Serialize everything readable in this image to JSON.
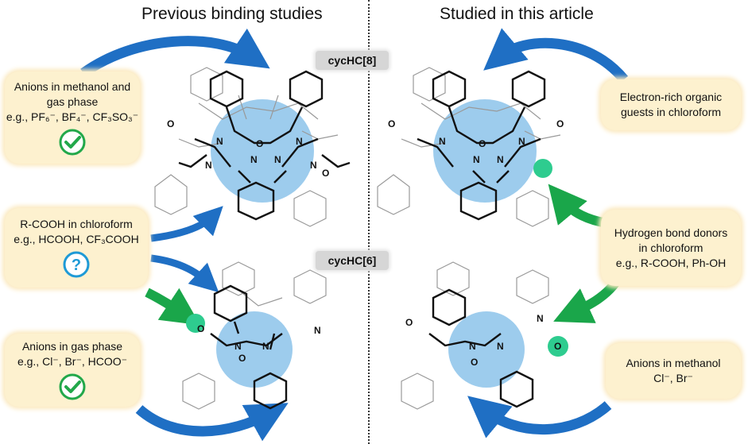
{
  "headers": {
    "left": "Previous binding studies",
    "right": "Studied in this article"
  },
  "labels": {
    "cyc8": "cycHC[8]",
    "cyc6": "cycHC[6]"
  },
  "boxes": {
    "left_anions_methanol": [
      "Anions in methanol and",
      "gas phase",
      "e.g., PF₆⁻, BF₄⁻, CF₃SO₃⁻"
    ],
    "left_rcooh": [
      "R-COOH in chloroform",
      "e.g., HCOOH, CF₃COOH"
    ],
    "left_anions_gas": [
      "Anions in gas phase",
      "e.g., Cl⁻, Br⁻, HCOO⁻"
    ],
    "right_electron_rich": [
      "Electron-rich organic",
      "guests in chloroform"
    ],
    "right_hbond": [
      "Hydrogen bond donors",
      "in chloroform",
      "e.g., R-COOH, Ph-OH"
    ],
    "right_anions_methanol": [
      "Anions in methanol",
      "Cl⁻, Br⁻"
    ]
  },
  "icons": {
    "confirmed": "green-check-icon",
    "unknown": "question-mark-icon"
  },
  "colors": {
    "arrow_blue": "#1f6fc4",
    "arrow_green": "#1aa64a",
    "cavity_blue": "#8cc3ea",
    "site_green": "#2ecc8f",
    "box_fill": "#fdf1cf",
    "label_fill": "#d6d6d6"
  },
  "atoms": {
    "nitrogen": "N",
    "oxygen": "O"
  }
}
